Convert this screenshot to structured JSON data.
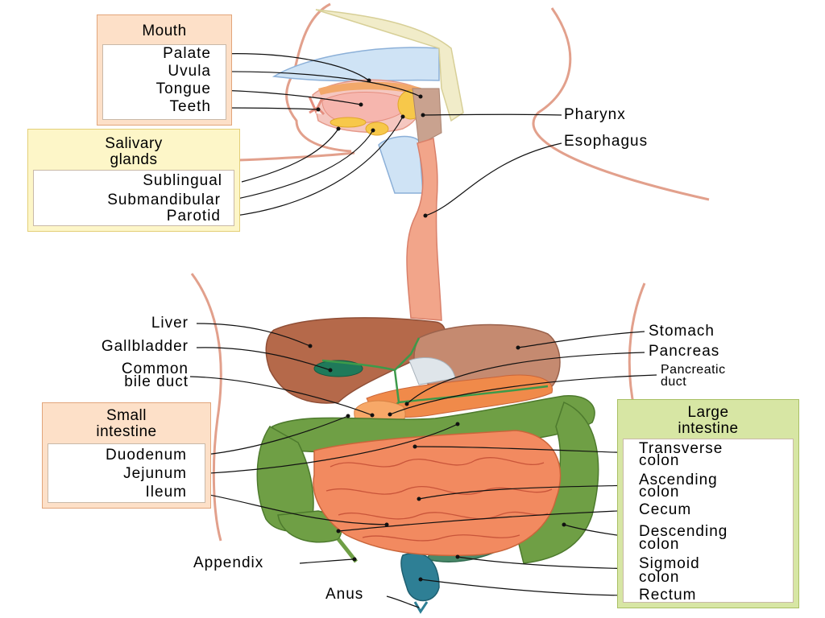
{
  "colors": {
    "orange_box": "#fde0c8",
    "orange_border": "#e2a57a",
    "yellow_box": "#fdf6c8",
    "yellow_border": "#e3cf78",
    "green_box": "#d7e6a4",
    "green_border": "#a9c064",
    "esophagus": "#f2a58a",
    "liver": "#b5694a",
    "stomach": "#c58a70",
    "intestine": "#f28a60",
    "colon": "#6f9f45",
    "rectum": "#2e7f95",
    "skin": "#e2a08c"
  },
  "groups": {
    "mouth": {
      "title": "Mouth",
      "items": [
        "Palate",
        "Uvula",
        "Tongue",
        "Teeth"
      ]
    },
    "salivary": {
      "title_line1": "Salivary",
      "title_line2": "glands",
      "items": [
        "Sublingual",
        "Submandibular",
        "Parotid"
      ]
    },
    "small_intestine": {
      "title_line1": "Small",
      "title_line2": "intestine",
      "items": [
        "Duodenum",
        "Jejunum",
        "Ileum"
      ]
    },
    "large_intestine": {
      "title_line1": "Large",
      "title_line2": "intestine",
      "items": [
        {
          "line1": "Transverse",
          "line2": "colon"
        },
        {
          "line1": "Ascending",
          "line2": "colon"
        },
        {
          "line1": "Cecum",
          "line2": ""
        },
        {
          "line1": "Descending",
          "line2": "colon"
        },
        {
          "line1": "Sigmoid",
          "line2": "colon"
        },
        {
          "line1": "Rectum",
          "line2": ""
        }
      ]
    }
  },
  "labels": {
    "pharynx": "Pharynx",
    "esophagus": "Esophagus",
    "liver": "Liver",
    "gallbladder": "Gallbladder",
    "common_bile_duct_line1": "Common",
    "common_bile_duct_line2": "bile duct",
    "stomach": "Stomach",
    "pancreas": "Pancreas",
    "pancreatic_duct_line1": "Pancreatic",
    "pancreatic_duct_line2": "duct",
    "appendix": "Appendix",
    "anus": "Anus"
  }
}
